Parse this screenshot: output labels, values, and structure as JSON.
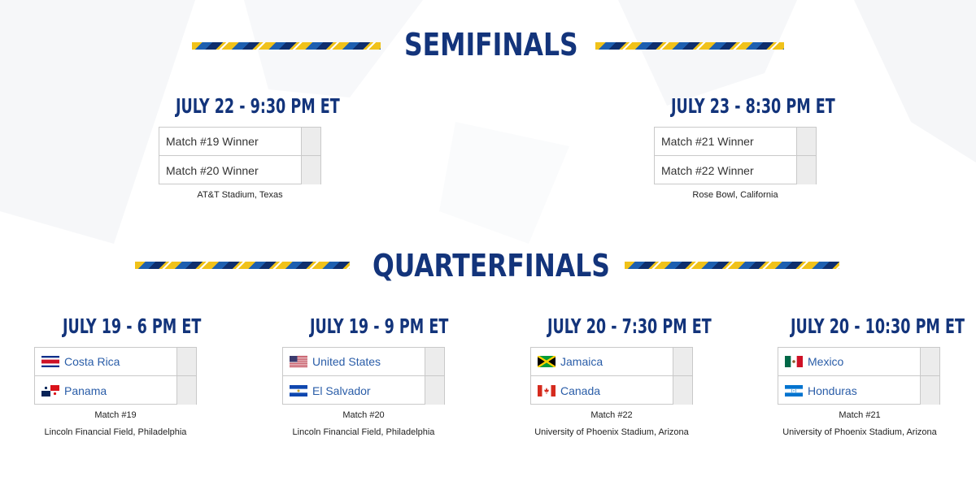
{
  "semifinals": {
    "title": "SEMIFINALS",
    "matches": [
      {
        "date": "JULY 22 - 9:30 PM ET",
        "team1": "Match #19 Winner",
        "team2": "Match #20 Winner",
        "venue": "AT&T Stadium, Texas"
      },
      {
        "date": "JULY 23 - 8:30 PM ET",
        "team1": "Match #21 Winner",
        "team2": "Match #22 Winner",
        "venue": "Rose Bowl, California"
      }
    ]
  },
  "quarterfinals": {
    "title": "QUARTERFINALS",
    "matches": [
      {
        "date": "JULY 19 - 6 PM ET",
        "team1": "Costa Rica",
        "team1_flag": "costa-rica-flag",
        "team2": "Panama",
        "team2_flag": "panama-flag",
        "match": "Match #19",
        "venue": "Lincoln Financial Field, Philadelphia"
      },
      {
        "date": "JULY 19 - 9 PM ET",
        "team1": "United States",
        "team1_flag": "usa-flag",
        "team2": "El Salvador",
        "team2_flag": "el-salvador-flag",
        "match": "Match #20",
        "venue": "Lincoln Financial Field, Philadelphia"
      },
      {
        "date": "JULY 20 - 7:30 PM ET",
        "team1": "Jamaica",
        "team1_flag": "jamaica-flag",
        "team2": "Canada",
        "team2_flag": "canada-flag",
        "match": "Match #22",
        "venue": "University of Phoenix Stadium, Arizona"
      },
      {
        "date": "JULY 20 - 10:30 PM ET",
        "team1": "Mexico",
        "team1_flag": "mexico-flag",
        "team2": "Honduras",
        "team2_flag": "honduras-flag",
        "match": "Match #21",
        "venue": "University of Phoenix Stadium, Arizona"
      }
    ]
  },
  "colors": {
    "title": "#13347b",
    "team_text": "#2a5da8",
    "stripe_yellow": "#f0c21a",
    "stripe_blue": "#1d5fb0",
    "stripe_navy": "#0e2e6d"
  }
}
